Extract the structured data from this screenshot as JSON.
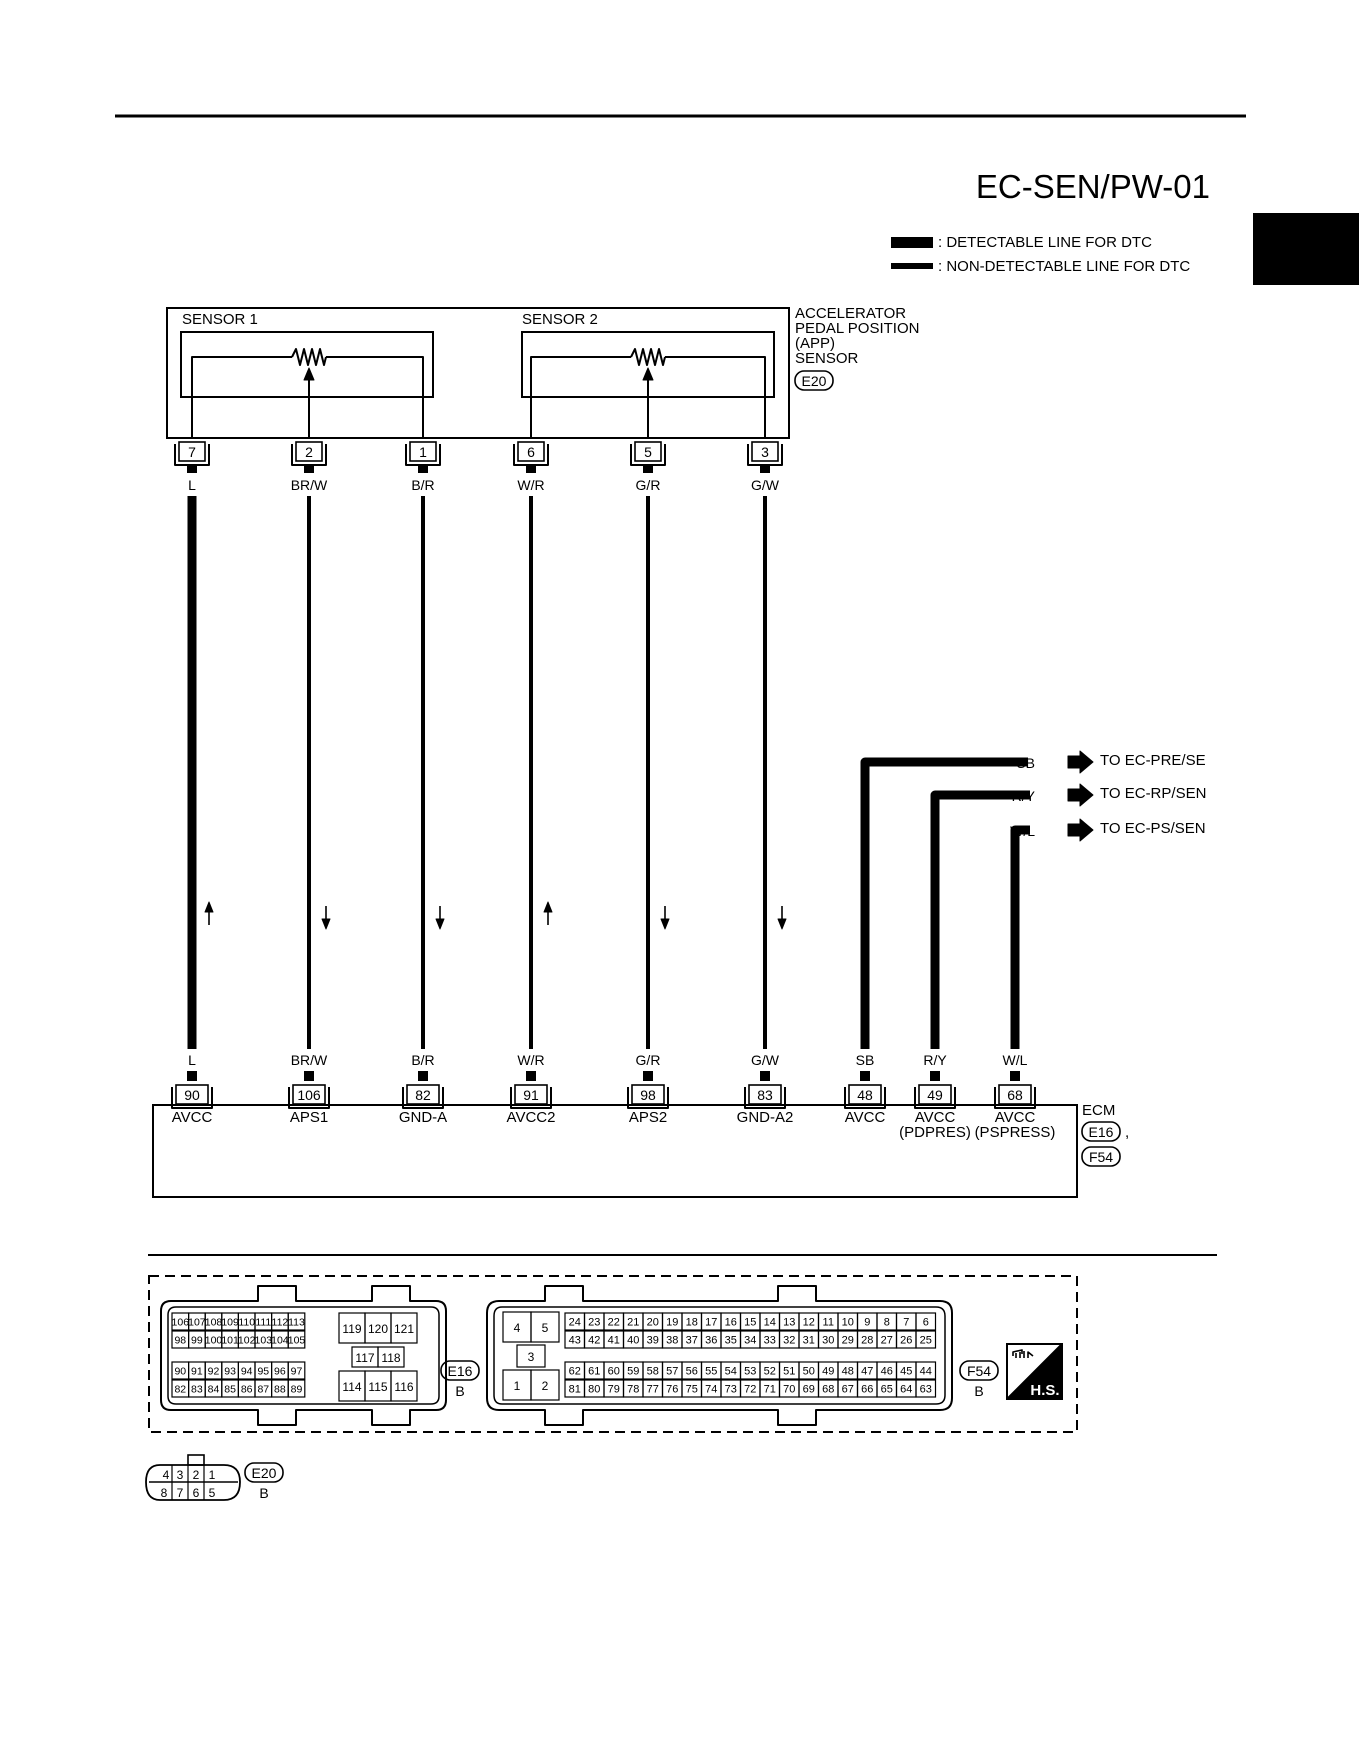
{
  "header": {
    "title": "EC-SEN/PW-01"
  },
  "legend": {
    "detectable": ": DETECTABLE LINE FOR DTC",
    "non_detectable": ": NON-DETECTABLE LINE FOR DTC"
  },
  "sensor": {
    "sensor1_label": "SENSOR 1",
    "sensor2_label": "SENSOR 2",
    "name_lines": [
      "ACCELERATOR",
      "PEDAL POSITION",
      "(APP)",
      "SENSOR"
    ],
    "connector": "E20"
  },
  "wires": [
    {
      "sensor_pin": "7",
      "color": "L",
      "ecm_pin": "90",
      "ecm_label": "AVCC",
      "direction": "up",
      "detectable": true
    },
    {
      "sensor_pin": "2",
      "color": "BR/W",
      "ecm_pin": "106",
      "ecm_label": "APS1",
      "direction": "down",
      "detectable": false
    },
    {
      "sensor_pin": "1",
      "color": "B/R",
      "ecm_pin": "82",
      "ecm_label": "GND-A",
      "direction": "down",
      "detectable": false
    },
    {
      "sensor_pin": "6",
      "color": "W/R",
      "ecm_pin": "91",
      "ecm_label": "AVCC2",
      "direction": "up",
      "detectable": false
    },
    {
      "sensor_pin": "5",
      "color": "G/R",
      "ecm_pin": "98",
      "ecm_label": "APS2",
      "direction": "down",
      "detectable": false
    },
    {
      "sensor_pin": "3",
      "color": "G/W",
      "ecm_pin": "83",
      "ecm_label": "GND-A2",
      "direction": "down",
      "detectable": false
    }
  ],
  "branches": [
    {
      "color": "SB",
      "ecm_pin": "48",
      "ecm_label_lines": [
        "AVCC"
      ],
      "destination": "TO EC-PRE/SE"
    },
    {
      "color": "R/Y",
      "ecm_pin": "49",
      "ecm_label_lines": [
        "AVCC",
        "(PDPRES)"
      ],
      "destination": "TO EC-RP/SEN"
    },
    {
      "color": "W/L",
      "ecm_pin": "68",
      "ecm_label_lines": [
        "AVCC",
        "(PSPRESS)"
      ],
      "destination": "TO EC-PS/SEN"
    }
  ],
  "ecm": {
    "label": "ECM",
    "connector1": "E16",
    "separator": ",",
    "connector2": "F54"
  },
  "connectors_view": {
    "e16": {
      "rows_left": [
        [
          "106",
          "107",
          "108",
          "109",
          "110",
          "111",
          "112",
          "113"
        ],
        [
          "98",
          "99",
          "100",
          "101",
          "102",
          "103",
          "104",
          "105"
        ],
        [
          "90",
          "91",
          "92",
          "93",
          "94",
          "95",
          "96",
          "97"
        ],
        [
          "82",
          "83",
          "84",
          "85",
          "86",
          "87",
          "88",
          "89"
        ]
      ],
      "right_top": [
        "119",
        "120",
        "121"
      ],
      "right_mid": [
        "117",
        "118"
      ],
      "right_bot": [
        "114",
        "115",
        "116"
      ],
      "label": "E16",
      "color": "B"
    },
    "f54": {
      "left_pins": [
        "4",
        "5",
        "3",
        "1",
        "2"
      ],
      "rows": [
        [
          "24",
          "23",
          "22",
          "21",
          "20",
          "19",
          "18",
          "17",
          "16",
          "15",
          "14",
          "13",
          "12",
          "11",
          "10",
          "9",
          "8",
          "7",
          "6"
        ],
        [
          "43",
          "42",
          "41",
          "40",
          "39",
          "38",
          "37",
          "36",
          "35",
          "34",
          "33",
          "32",
          "31",
          "30",
          "29",
          "28",
          "27",
          "26",
          "25"
        ],
        [
          "62",
          "61",
          "60",
          "59",
          "58",
          "57",
          "56",
          "55",
          "54",
          "53",
          "52",
          "51",
          "50",
          "49",
          "48",
          "47",
          "46",
          "45",
          "44"
        ],
        [
          "81",
          "80",
          "79",
          "78",
          "77",
          "76",
          "75",
          "74",
          "73",
          "72",
          "71",
          "70",
          "69",
          "68",
          "67",
          "66",
          "65",
          "64",
          "63"
        ]
      ],
      "label": "F54",
      "color": "B"
    },
    "hs_badge": "H.S.",
    "e20": {
      "top": [
        "4",
        "3",
        "2",
        "1"
      ],
      "bottom": [
        "8",
        "7",
        "6",
        "5"
      ],
      "label": "E20",
      "color": "B"
    }
  }
}
